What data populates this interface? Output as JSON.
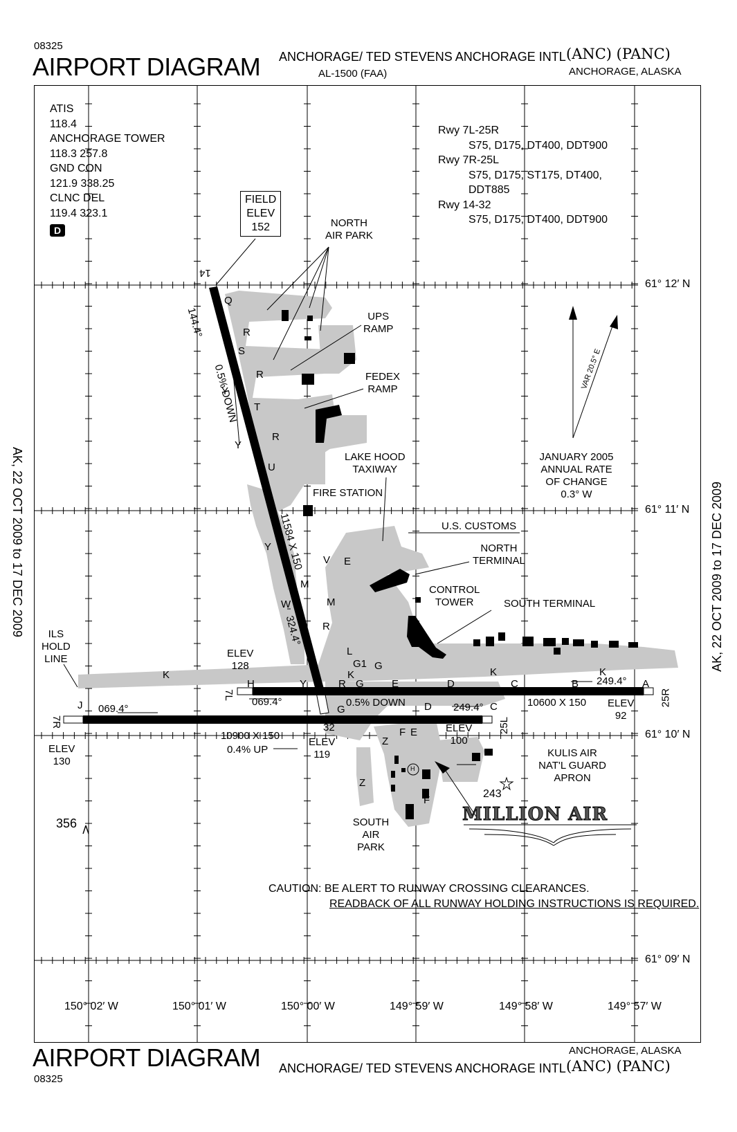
{
  "header": {
    "code": "08325",
    "title": "AIRPORT DIAGRAM",
    "airport": "ANCHORAGE/ TED STEVENS ANCHORAGE INTL",
    "ids": "(ANC) (PANC)",
    "ref": "AL-1500 (FAA)",
    "city": "ANCHORAGE, ALASKA"
  },
  "footer": {
    "title": "AIRPORT DIAGRAM",
    "code": "08325",
    "city": "ANCHORAGE, ALASKA",
    "airport": "ANCHORAGE/ TED STEVENS ANCHORAGE INTL",
    "ids": "(ANC) (PANC)"
  },
  "side_dates": {
    "left": "AK, 22 OCT 2009 to 17 DEC 2009",
    "right": "AK, 22 OCT 2009 to 17 DEC 2009"
  },
  "comms": {
    "atis_label": "ATIS",
    "atis_freq": "118.4",
    "tower_label": "ANCHORAGE TOWER",
    "tower_freq": "118.3  257.8",
    "gnd_label": "GND CON",
    "gnd_freq": "121.9  338.25",
    "clnc_label": "CLNC DEL",
    "clnc_freq": "119.4  323.1",
    "d_badge": "D"
  },
  "runway_strength": {
    "r1_label": "Rwy 7L-25R",
    "r1_vals": "S75, D175, DT400, DDT900",
    "r2_label": "Rwy 7R-25L",
    "r2_vals": "S75, D175, ST175, DT400,",
    "r2_vals2": "DDT885",
    "r3_label": "Rwy 14-32",
    "r3_vals": "S75, D175, DT400, DDT900"
  },
  "field_elev": {
    "l1": "FIELD",
    "l2": "ELEV",
    "l3": "152"
  },
  "latitudes": [
    "61° 12′ N",
    "61° 11′ N",
    "61° 10′ N",
    "61° 09′ N"
  ],
  "longitudes": [
    "150° 02′ W",
    "150° 01′ W",
    "150° 00′ W",
    "149° 59′ W",
    "149° 58′ W",
    "149° 57′ W"
  ],
  "magvar": {
    "var": "VAR 20.5° E",
    "l1": "JANUARY 2005",
    "l2": "ANNUAL RATE",
    "l3": "OF CHANGE",
    "l4": "0.3° W"
  },
  "labels": {
    "north_air_park": [
      "NORTH",
      "AIR PARK"
    ],
    "ups_ramp": [
      "UPS",
      "RAMP"
    ],
    "fedex_ramp": [
      "FEDEX",
      "RAMP"
    ],
    "lake_hood": [
      "LAKE HOOD",
      "TAXIWAY"
    ],
    "fire_station": "FIRE STATION",
    "us_customs": "U.S. CUSTOMS",
    "north_terminal": [
      "NORTH",
      "TERMINAL"
    ],
    "control_tower": [
      "CONTROL",
      "TOWER"
    ],
    "south_terminal": "SOUTH TERMINAL",
    "ils_hold": [
      "ILS",
      "HOLD",
      "LINE"
    ],
    "kulis": [
      "KULIS AIR",
      "NAT'L GUARD",
      "APRON"
    ],
    "south_air_park": [
      "SOUTH",
      "AIR",
      "PARK"
    ],
    "million_air": "MILLION AIR",
    "obstacle_356": "356",
    "obstacle_243": "243"
  },
  "runway_info": {
    "rwy14": "14",
    "rwy32": "32",
    "rwy7l": "7L",
    "rwy7r": "7R",
    "rwy25r": "25R",
    "rwy25l": "25L",
    "hdg_144": "144.4°",
    "hdg_324": "324.4°",
    "down_05_14": "0.5% DOWN",
    "dim_14": "11584 X 150",
    "hdg_069_7l": "069.4°",
    "hdg_069_7r": "069.4°",
    "hdg_249_25r": "249.4°",
    "hdg_249_25l": "249.4°",
    "down_05_7l": "0.5% DOWN",
    "dim_7l": "10600 X 150",
    "dim_7r": "10900 X 150",
    "up_04": "0.4% UP",
    "elev_128": [
      "ELEV",
      "128"
    ],
    "elev_92": [
      "ELEV",
      "92"
    ],
    "elev_130": [
      "ELEV",
      "130"
    ],
    "elev_119": [
      "ELEV",
      "119"
    ],
    "elev_100": [
      "ELEV",
      "100"
    ]
  },
  "caution": {
    "l1": "CAUTION:  BE ALERT TO RUNWAY CROSSING CLEARANCES.",
    "l2": "READBACK OF ALL RUNWAY HOLDING INSTRUCTIONS IS REQUIRED."
  },
  "taxiways": {
    "Q": "Q",
    "R1": "R",
    "S": "S",
    "R2": "R",
    "Y1": "Y",
    "T": "T",
    "Y2": "Y",
    "R3": "R",
    "U": "U",
    "Y3": "Y",
    "V": "V",
    "E1": "E",
    "M1": "M",
    "W": "W",
    "M2": "M",
    "R4": "R",
    "L": "L",
    "G1": "G1",
    "G2": "G",
    "K1": "K",
    "H": "H",
    "Y4": "Y",
    "R5": "R",
    "K2": "K",
    "G3": "G",
    "E2": "E",
    "D1": "D",
    "K3": "K",
    "C1": "C",
    "B": "B",
    "A": "A",
    "K4": "K",
    "J": "J",
    "G4": "G",
    "D2": "D",
    "C2": "C",
    "Z1": "Z",
    "F1": "F",
    "E3": "E",
    "Z2": "Z",
    "F2": "F",
    "H_pad": "H"
  }
}
